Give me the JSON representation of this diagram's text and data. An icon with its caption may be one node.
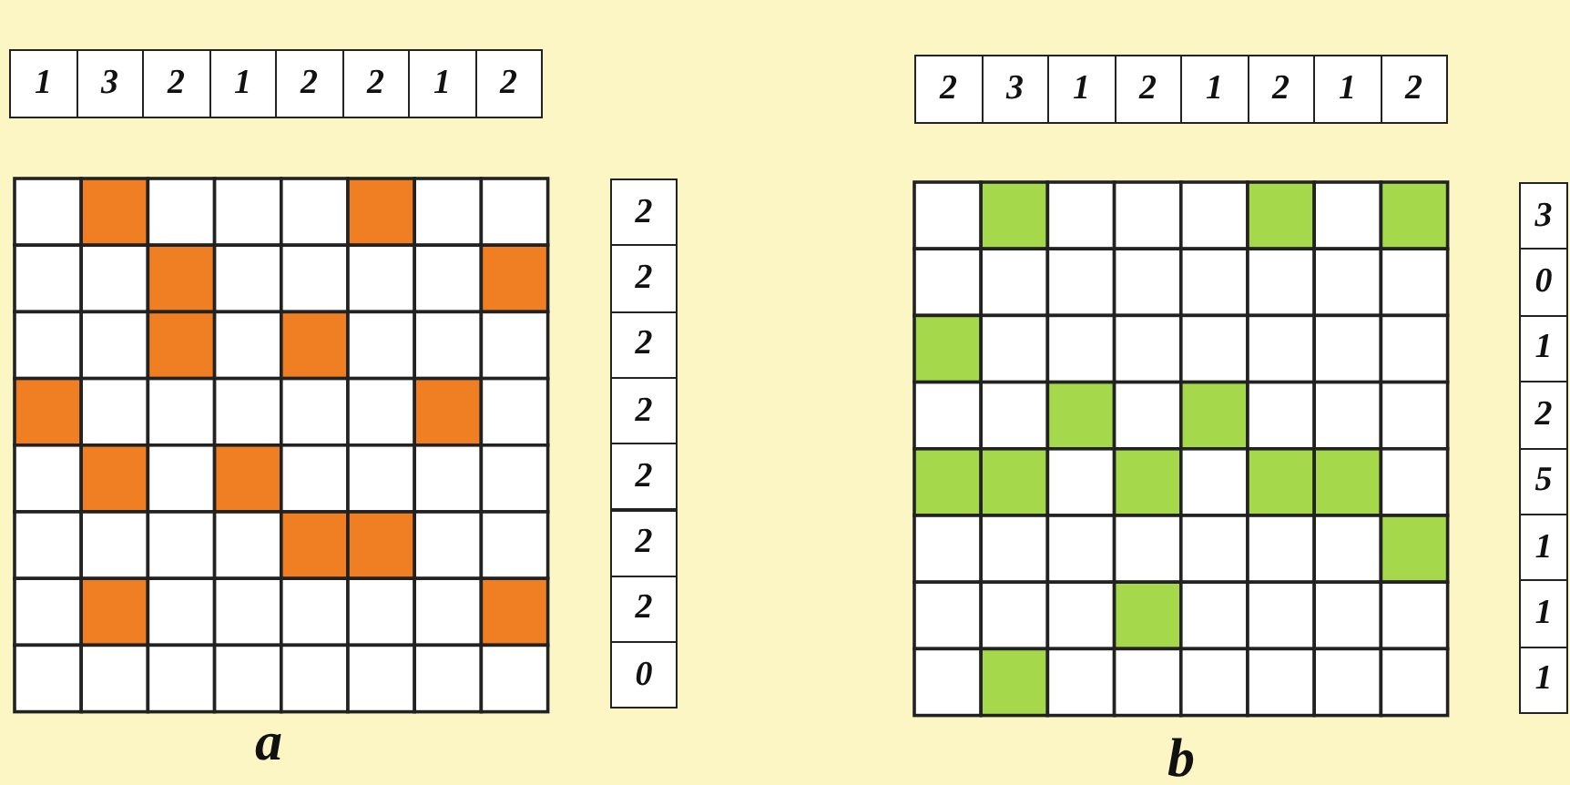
{
  "diagram": {
    "labels": [
      "1",
      "3",
      "2",
      "1",
      "2",
      "2",
      "1",
      "2",
      "2",
      "3",
      "1",
      "2",
      "1",
      "2",
      "1",
      "2",
      "2",
      "3",
      "2",
      "0",
      "2",
      "1",
      "2",
      "2",
      "2",
      "5",
      "2",
      "1",
      "2",
      "1",
      "0",
      "1",
      "a",
      "b"
    ]
  }
}
